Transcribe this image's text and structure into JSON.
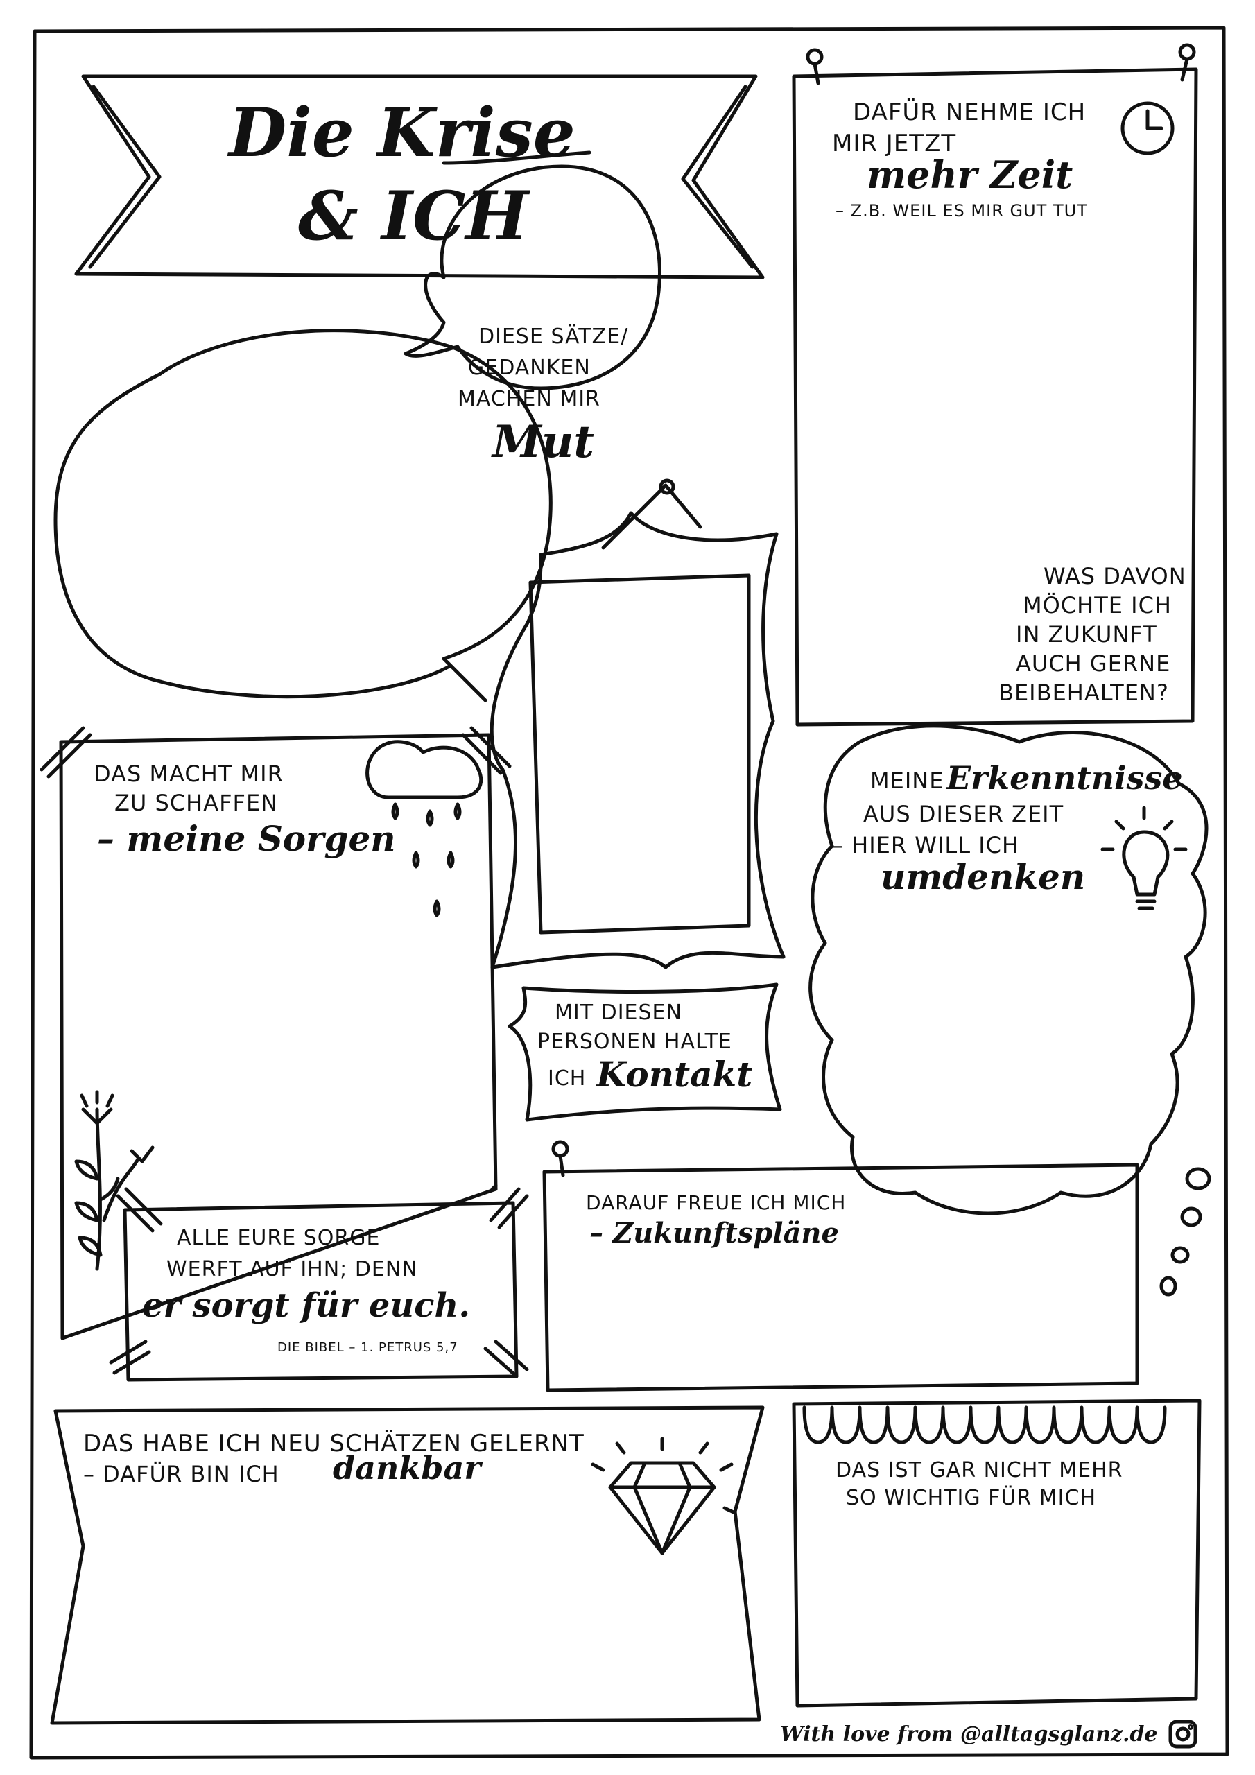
{
  "title": {
    "line1": "Die Krise",
    "line2": "& ICH"
  },
  "time": {
    "line1": "DAFÜR NEHME ICH",
    "line2": "MIR JETZT",
    "accent": "mehr Zeit",
    "line3": "– Z.B. WEIL ES MIR GUT TUT"
  },
  "keep": {
    "line1": "WAS DAVON",
    "line2": "MÖCHTE ICH",
    "line3": "IN ZUKUNFT",
    "line4": "AUCH GERNE",
    "line5": "BEIBEHALTEN?"
  },
  "courage": {
    "line1": "DIESE SÄTZE/",
    "line2": "GEDANKEN",
    "line3": "MACHEN MIR",
    "accent": "Mut"
  },
  "worries": {
    "line1": "DAS MACHT MIR",
    "line2": "ZU SCHAFFEN",
    "accent": "– meine Sorgen"
  },
  "insights": {
    "line1": "MEINE",
    "accent1": "Erkenntnisse",
    "line2": "AUS DIESER ZEIT",
    "line3": "– HIER WILL ICH",
    "accent2": "umdenken"
  },
  "contact": {
    "line1": "MIT DIESEN",
    "line2": "PERSONEN HALTE",
    "line3": "ICH",
    "accent": "Kontakt"
  },
  "verse": {
    "line1": "ALLE EURE SORGE",
    "line2": "WERFT AUF IHN; DENN",
    "accent": "er sorgt für euch.",
    "source": "DIE BIBEL – 1. PETRUS 5,7"
  },
  "future": {
    "line1": "DARAUF FREUE ICH MICH",
    "accent": "– Zukunftspläne"
  },
  "grateful": {
    "line1": "DAS HABE ICH NEU SCHÄTZEN GELERNT",
    "line2": "– DAFÜR BIN ICH",
    "accent": "dankbar"
  },
  "notimportant": {
    "line1": "DAS IST GAR NICHT MEHR",
    "line2": "SO WICHTIG FÜR MICH"
  },
  "footer": {
    "text": "With love from @alltagsglanz.de"
  },
  "icons": [
    "clock-icon",
    "rain-cloud-icon",
    "lightbulb-icon",
    "flower-icon",
    "diamond-icon",
    "instagram-icon",
    "pin-icon"
  ]
}
